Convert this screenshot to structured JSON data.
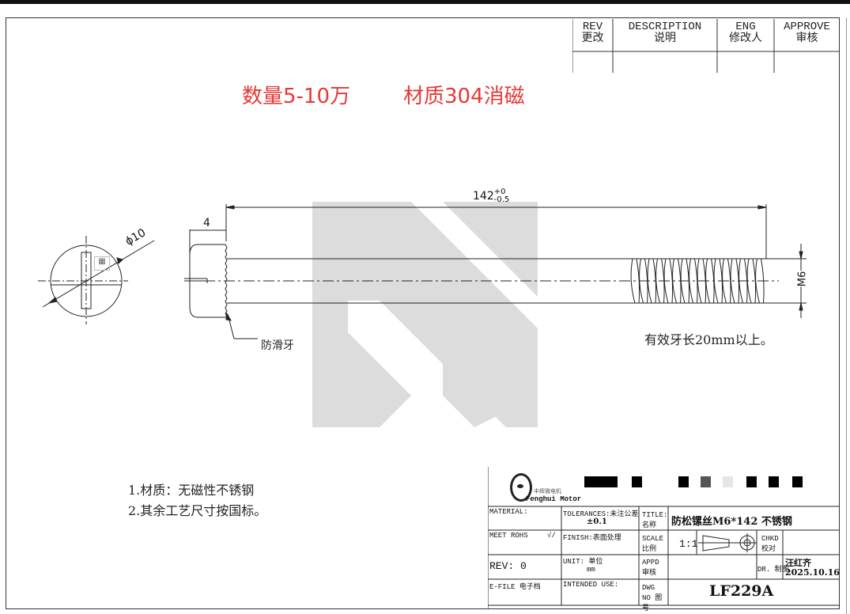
{
  "header_note": {
    "quantity": "数量5-10万",
    "material": "材质304消磁"
  },
  "revision_table": {
    "columns": [
      {
        "en": "REV",
        "cn": "更改"
      },
      {
        "en": "DESCRIPTION",
        "cn": "说明"
      },
      {
        "en": "ENG",
        "cn": "修改人"
      },
      {
        "en": "APPROVE",
        "cn": "审核"
      }
    ]
  },
  "dimensions": {
    "length": "142",
    "length_tol_upper": "+0",
    "length_tol_lower": "-0.5",
    "head_height": "4",
    "head_diameter": "ϕ10",
    "thread": "M6",
    "antislip_label": "防滑牙",
    "thread_note": "有效牙长20mm以上。"
  },
  "notes": [
    "1.材质：无磁性不锈钢",
    "2.其余工艺尺寸按国标。"
  ],
  "title_block": {
    "company_cn": "丰辉微电机",
    "company_en": "Fenghui Motor",
    "material_label": "MATERIAL:",
    "tolerances_label": "TOLERANCES:未注公差",
    "tolerance_value": "±0.1",
    "title_label": "TITLE:名称",
    "title_value": "防松镙丝M6*142 不锈钢",
    "rohs_label": "MEET ROHS",
    "rohs_mark": "√/",
    "finish_label": "FINISH:表面处理",
    "scale_label": "SCALE 比例",
    "scale_value": "1:1",
    "chkd_label": "CHKD 校对",
    "rev_label": "REV: 0",
    "unit_label": "UNIT: 单位",
    "unit_value": "mm",
    "appd_label": "APPD 审核",
    "dr_label": "DR. 制图",
    "drafter": "汪红齐",
    "date": "2025.10.16",
    "efile_label": "E-FILE 电子档",
    "intended_label": "INTENDED USE:",
    "dwg_label": "DWG NO 图号",
    "dwg_no": "LF229A"
  }
}
